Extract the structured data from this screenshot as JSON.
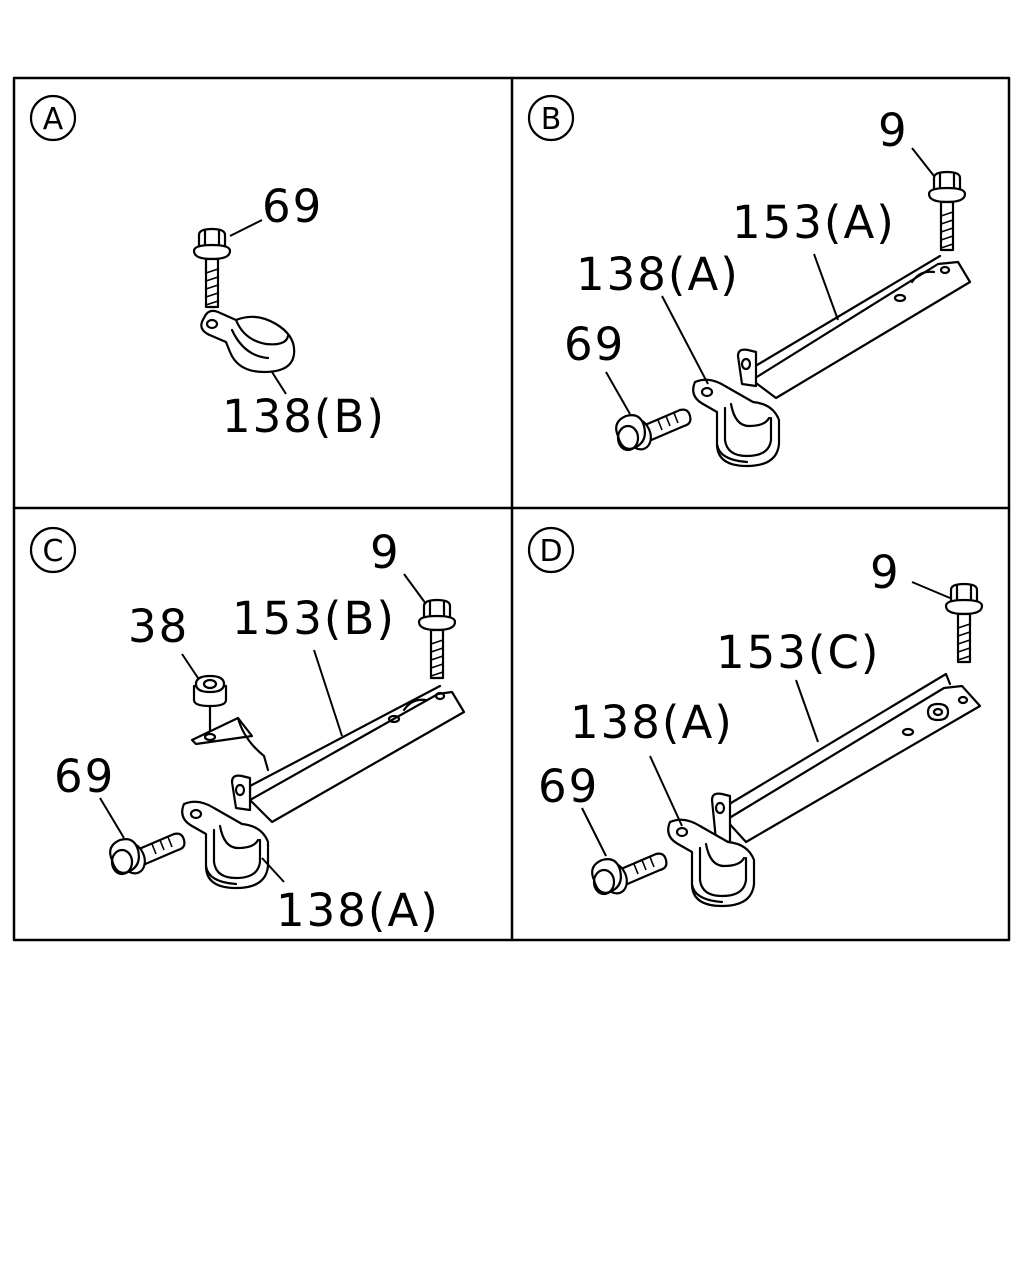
{
  "panels": {
    "A": {
      "letter": "A",
      "labels": {
        "bolt": "69",
        "clamp": "138(B)"
      }
    },
    "B": {
      "letter": "B",
      "labels": {
        "bolt_top": "9",
        "bracket": "153(A)",
        "clamp": "138(A)",
        "bolt_side": "69"
      }
    },
    "C": {
      "letter": "C",
      "labels": {
        "bolt_top": "9",
        "nut": "38",
        "bracket": "153(B)",
        "bolt_side": "69",
        "clamp": "138(A)"
      }
    },
    "D": {
      "letter": "D",
      "labels": {
        "bolt_top": "9",
        "bracket": "153(C)",
        "clamp": "138(A)",
        "bolt_side": "69"
      }
    }
  }
}
